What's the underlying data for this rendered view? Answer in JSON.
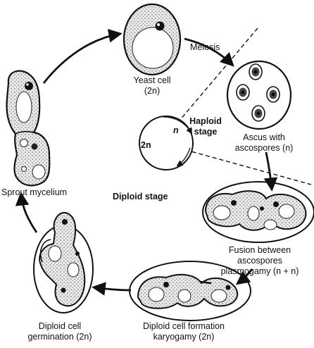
{
  "labels": {
    "yeast_cell_line1": "Yeast cell",
    "yeast_cell_line2": "(2n)",
    "meiosis": "Meiosis",
    "haploid_line1": "Haploid",
    "haploid_line2": "stage",
    "two_n": "2n",
    "n": "n",
    "ascus_line1": "Ascus with",
    "ascus_line2": "ascospores (n)",
    "sprout_mycelium": "Sprout mycelium",
    "diploid_stage": "Diploid stage",
    "fusion_line1": "Fusion between",
    "fusion_line2": "ascospores",
    "fusion_line3": "plasmogamy (n + n)",
    "formation_line1": "Diploid cell formation",
    "formation_line2": "karyogamy (2n)",
    "germination_line1": "Diploid cell",
    "germination_line2": "germination (2n)"
  }
}
